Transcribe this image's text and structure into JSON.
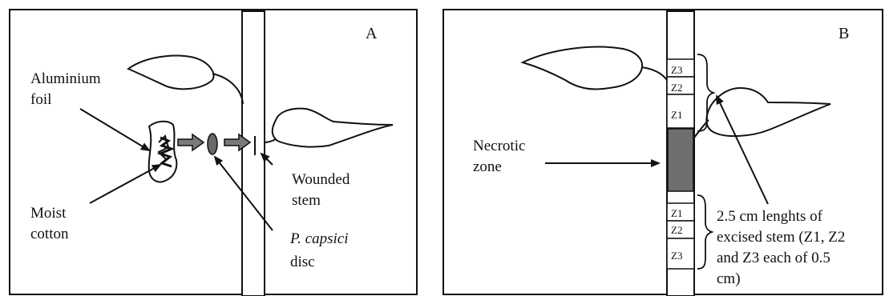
{
  "panel_a": {
    "panel_letter": "A",
    "labels": {
      "foil_line1": "Aluminium",
      "foil_line2": "foil",
      "cotton_line1": "Moist",
      "cotton_line2": "cotton",
      "stem_line1": "Wounded",
      "stem_line2": "stem",
      "disc_line1": "P. capsici",
      "disc_line2": "disc"
    }
  },
  "panel_b": {
    "panel_letter": "B",
    "upper_zones": [
      "Z3",
      "Z2",
      "Z1"
    ],
    "lower_zones": [
      "Z1",
      "Z2",
      "Z3"
    ],
    "labels": {
      "necrotic_line1": "Necrotic",
      "necrotic_line2": "zone",
      "note_line1": "2.5 cm lenghts of",
      "note_line2": "excised stem (Z1, Z2",
      "note_line3": "and Z3 each of 0.5",
      "note_line4": "cm)"
    }
  },
  "colors": {
    "line": "#111111",
    "necrotic_fill": "#6f6f6f",
    "arrow_fill": "#7a7a7a",
    "disc_fill": "#6a6a6a"
  }
}
